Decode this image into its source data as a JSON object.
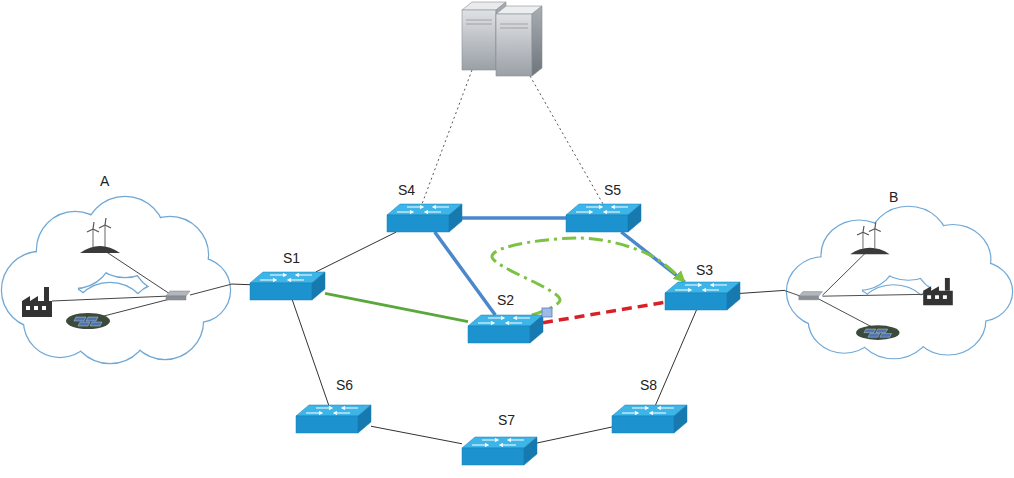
{
  "diagram": {
    "nodes": [
      {
        "text": [
          "A"
        ]
      },
      {
        "text": [
          "S1"
        ]
      },
      {
        "text": [
          "S4"
        ]
      },
      {
        "text": [
          "S5"
        ]
      },
      {
        "text": [
          "S2"
        ]
      },
      {
        "text": [
          "S3"
        ]
      },
      {
        "text": [
          "B"
        ]
      },
      {
        "text": [
          "S6"
        ]
      },
      {
        "text": [
          "S7"
        ]
      },
      {
        "text": [
          "S8"
        ]
      }
    ],
    "edges": [
      {
        "from": 0,
        "to": 1,
        "arrow": "none"
      },
      {
        "from": 1,
        "to": 2,
        "arrow": "none"
      },
      {
        "from": 1,
        "to": 4,
        "arrow": "none"
      },
      {
        "from": 2,
        "to": 3,
        "arrow": "none"
      },
      {
        "from": 2,
        "to": 4,
        "arrow": "none"
      },
      {
        "from": 3,
        "to": 5,
        "arrow": "none"
      },
      {
        "from": 4,
        "to": 5,
        "arrow": "none"
      },
      {
        "from": 4,
        "to": 5,
        "arrow": "to"
      },
      {
        "from": 5,
        "to": 6,
        "arrow": "none"
      },
      {
        "from": 1,
        "to": 7,
        "arrow": "none"
      },
      {
        "from": 7,
        "to": 8,
        "arrow": "none"
      },
      {
        "from": 8,
        "to": 9,
        "arrow": "none"
      },
      {
        "from": 9,
        "to": 5,
        "arrow": "none"
      }
    ]
  }
}
